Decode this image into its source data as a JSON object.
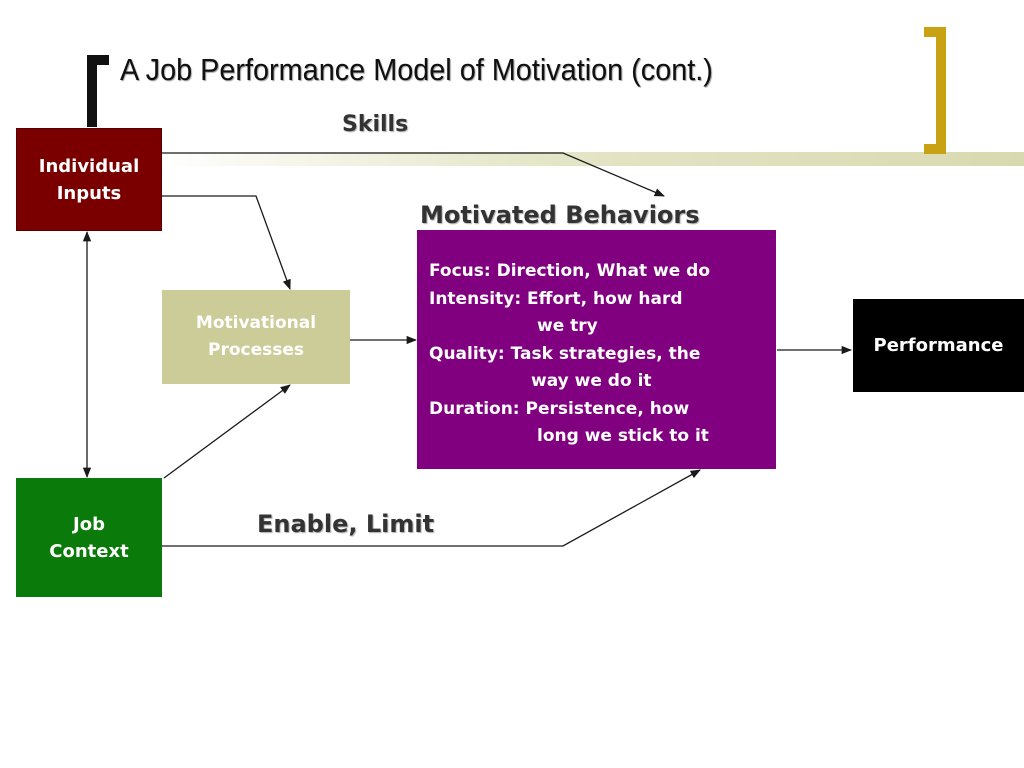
{
  "slide": {
    "title": "A Job Performance Model of Motivation (cont.)"
  },
  "labels": {
    "skills": "Skills",
    "motivated_behaviors": "Motivated Behaviors",
    "enable_limit": "Enable, Limit"
  },
  "boxes": {
    "individual_inputs": "Individual\nInputs",
    "motivational_processes": "Motivational\nProcesses",
    "job_context": "Job\nContext",
    "performance": "Performance"
  },
  "behaviors": {
    "focus": "Focus: Direction, What we do",
    "intensity": "Intensity: Effort, how hard",
    "intensity_cont": "we try",
    "quality": "Quality: Task strategies, the",
    "quality_cont": "way we do it",
    "duration": "Duration: Persistence, how",
    "duration_cont": "long we stick to it"
  },
  "colors": {
    "individual_inputs": "#7a0000",
    "motivational_processes": "#cccc99",
    "job_context": "#0a7a0a",
    "motivated_behaviors": "#800080",
    "performance": "#000000",
    "right_bracket": "#c9a214"
  }
}
